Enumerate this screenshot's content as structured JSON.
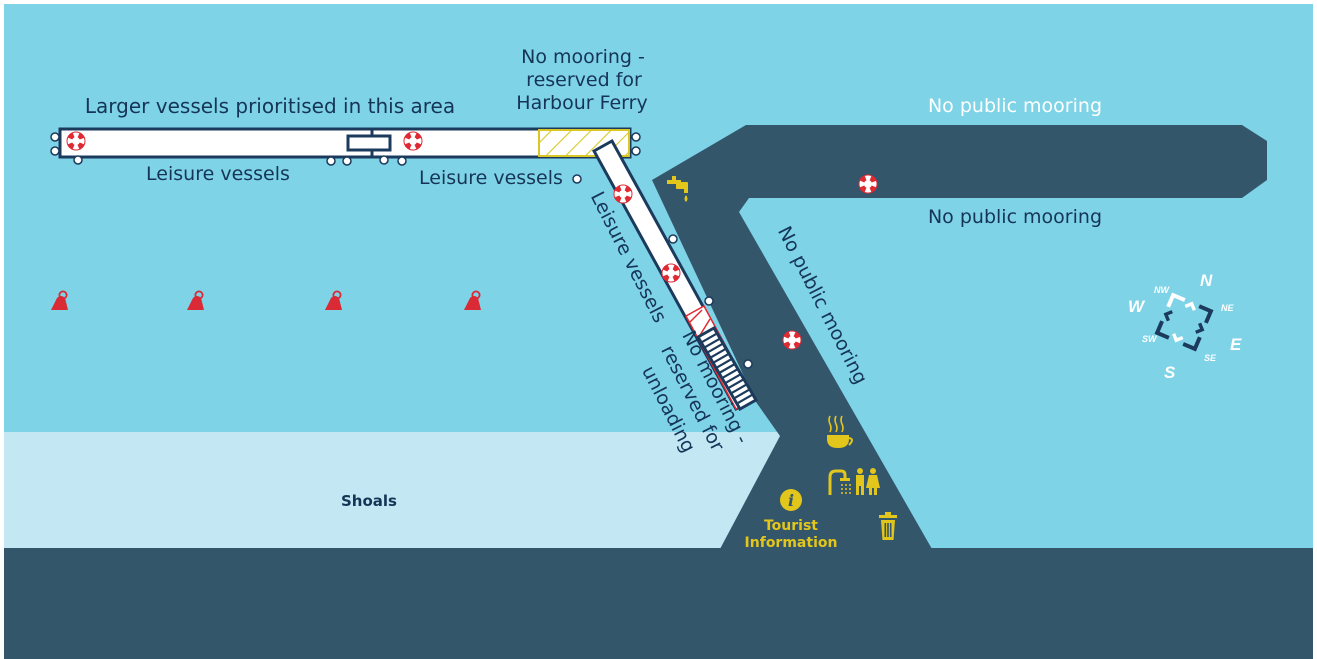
{
  "colors": {
    "water": "#7ed3e7",
    "shoals": "#c3e7f3",
    "land": "#33566b",
    "label": "#163556",
    "jetty": "#ffffff",
    "jetty_outline": "#1b3a5c",
    "reserved_ferry": "#d9c72a",
    "reserved_unloading": "#e02a33",
    "buoy": "#d92a35",
    "facility": "#e3c61b",
    "compass": "#ffffff"
  },
  "labels": {
    "larger_vessels": "Larger vessels prioritised in this area",
    "leisure_1": "Leisure vessels",
    "leisure_2": "Leisure vessels",
    "leisure_3": "Leisure vessels",
    "ferry_line1": "No mooring -",
    "ferry_line2": "reserved for",
    "ferry_line3": "Harbour Ferry",
    "no_public_1": "No public mooring",
    "no_public_2": "No public mooring",
    "no_public_3": "No public mooring",
    "unload_line1": "No mooring -",
    "unload_line2": "reserved for",
    "unload_line3": "unloading",
    "shoals": "Shoals",
    "tourist_line1": "Tourist",
    "tourist_line2": "Information"
  },
  "compass": {
    "N": "N",
    "S": "S",
    "E": "E",
    "W": "W",
    "NE": "NE",
    "NW": "NW",
    "SE": "SE",
    "SW": "SW"
  },
  "icons": {
    "lifebuoy": "lifebuoy-icon",
    "buoy": "buoy-icon",
    "tap": "water-tap-icon",
    "cafe": "coffee-cup-icon",
    "shower": "shower-icon",
    "toilets": "toilets-icon",
    "info": "information-icon",
    "bin": "waste-bin-icon"
  },
  "info_glyph": "i"
}
